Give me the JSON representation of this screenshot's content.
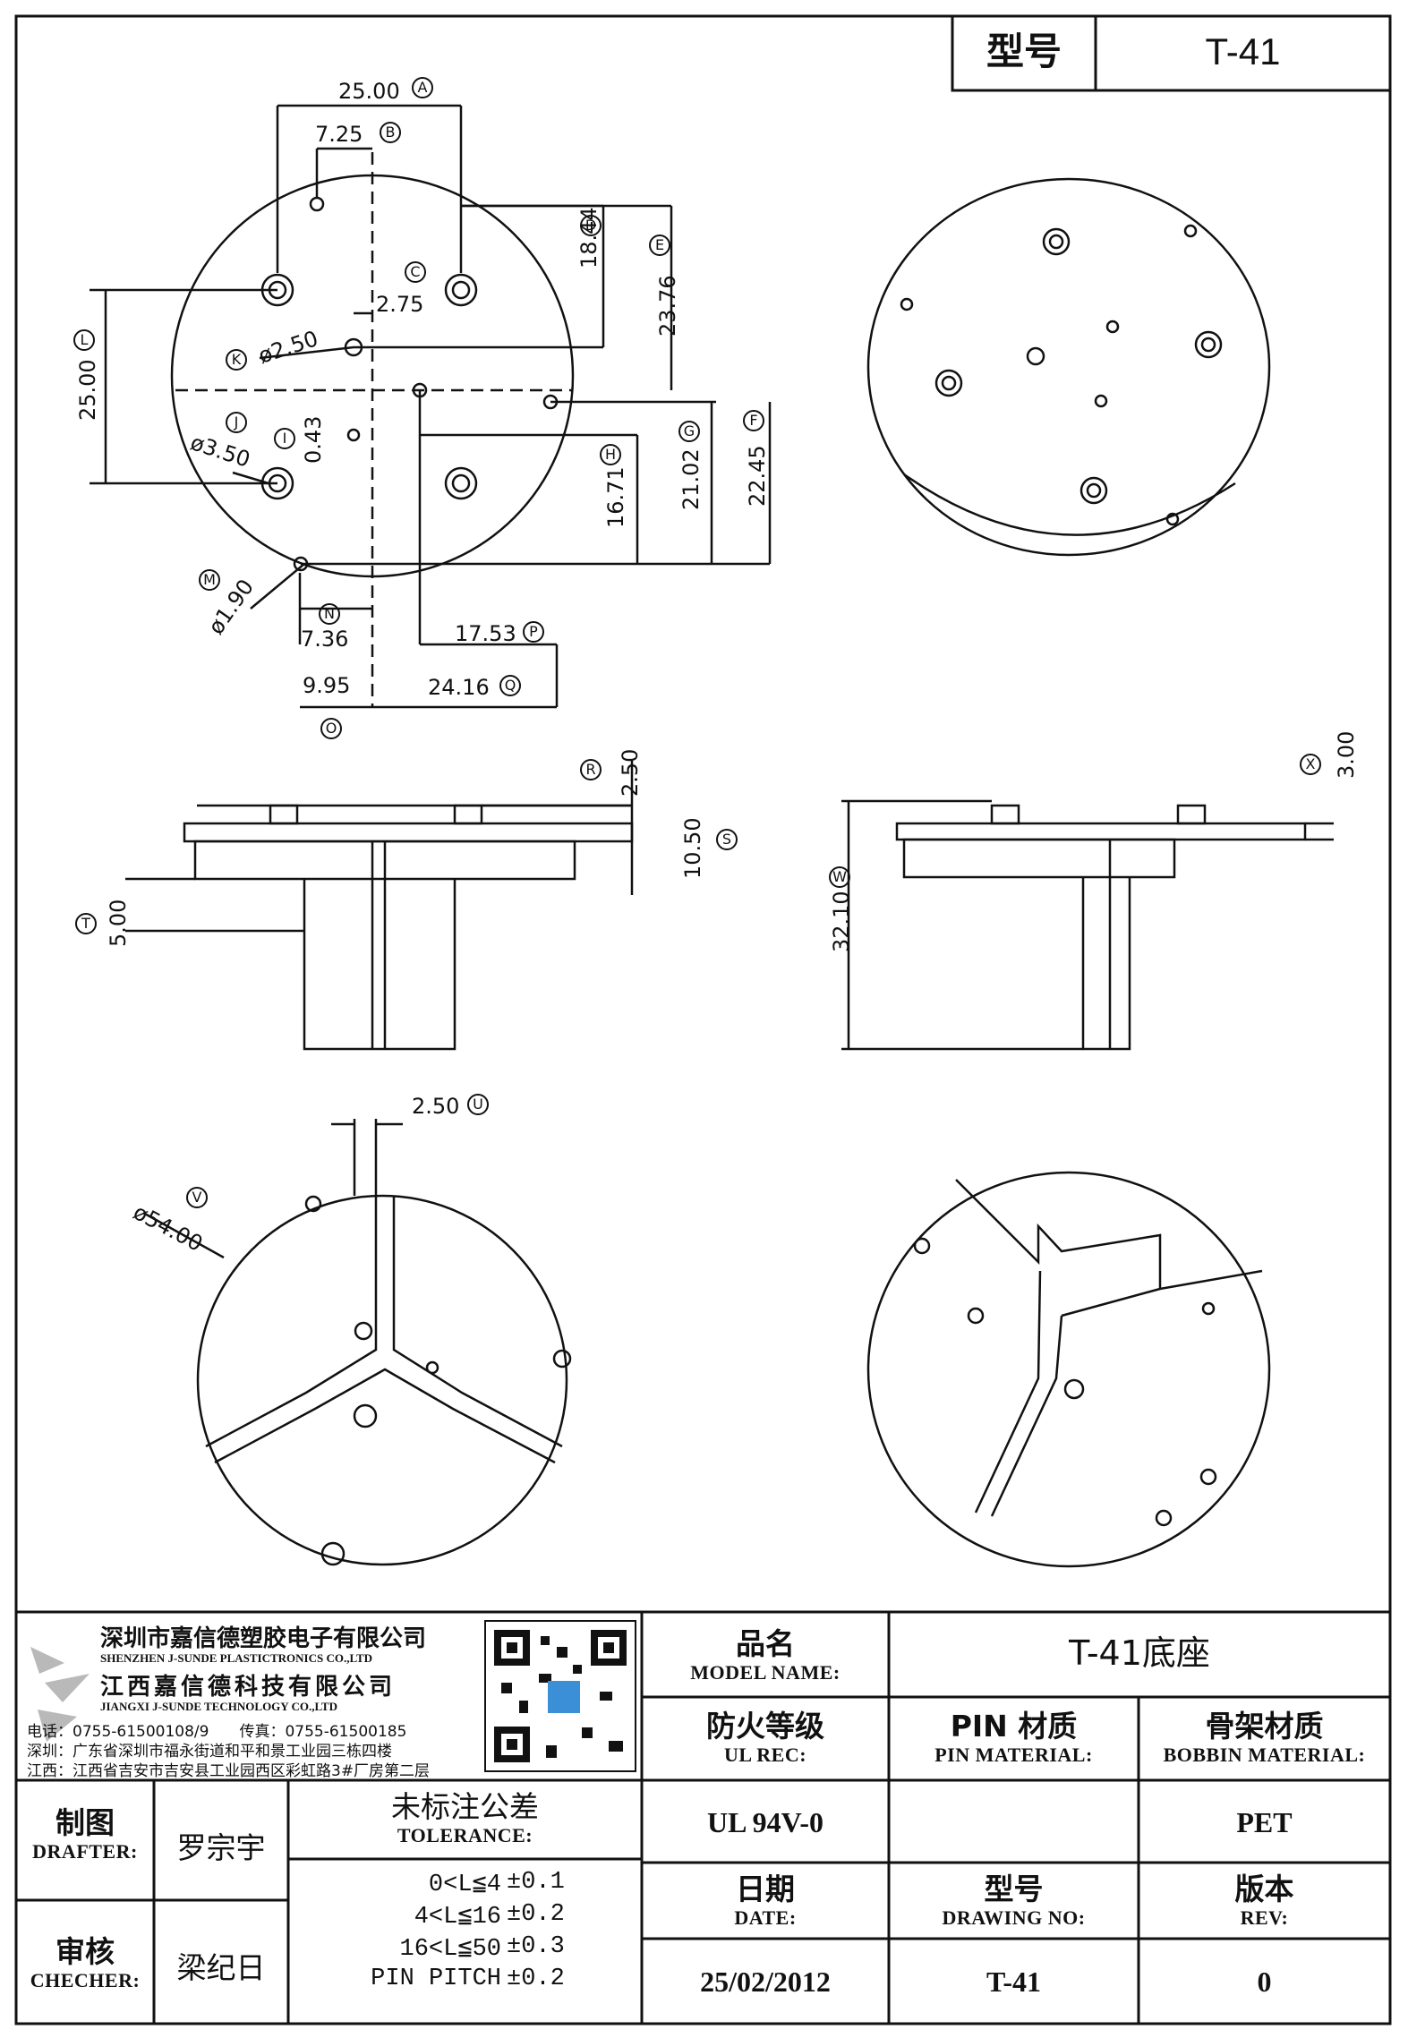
{
  "header": {
    "model_label": "型号",
    "model_value": "T-41"
  },
  "dimensions": {
    "a": "25.00",
    "b": "7.25",
    "c": "2.75",
    "d": "18.44",
    "e": "23.76",
    "k": "ø2.50",
    "l": "25.00",
    "j": "ø3.50",
    "i": "0.43",
    "h": "16.71",
    "g": "21.02",
    "f": "22.45",
    "m": "ø1.90",
    "n": "7.36",
    "p": "17.53",
    "o": "9.95",
    "q": "24.16",
    "r": "2.50",
    "s": "10.50",
    "t": "5.00",
    "w": "32.10",
    "x": "3.00",
    "u": "2.50",
    "v": "ø54.00"
  },
  "markers": {
    "a": "A",
    "b": "B",
    "c": "C",
    "d": "D",
    "e": "E",
    "f": "F",
    "g": "G",
    "h": "H",
    "i": "I",
    "j": "J",
    "k": "K",
    "l": "L",
    "m": "M",
    "n": "N",
    "o": "O",
    "p": "P",
    "q": "Q",
    "r": "R",
    "s": "S",
    "t": "T",
    "u": "U",
    "v": "V",
    "w": "W",
    "x": "X"
  },
  "company": {
    "name_cn_1": "深圳市嘉信德塑胶电子有限公司",
    "name_en_1": "SHENZHEN J-SUNDE PLASTICTRONICS CO.,LTD",
    "name_cn_2": "江西嘉信德科技有限公司",
    "name_en_2": "JIANGXI J-SUNDE TECHNOLOGY CO.,LTD",
    "phone_line": "电话：0755-61500108/9　　传真：0755-61500185",
    "addr_sz": "深圳：广东省深圳市福永街道和平和景工业园三栋四楼",
    "addr_jx": "江西：江西省吉安市吉安县工业园西区彩虹路3#厂房第二层"
  },
  "title_block": {
    "model_name_cn": "品名",
    "model_name_en": "MODEL NAME:",
    "model_name_value": "T-41底座",
    "ul_cn": "防火等级",
    "ul_en": "UL REC:",
    "ul_value": "UL 94V-0",
    "pin_cn": "PIN 材质",
    "pin_en": "PIN MATERIAL:",
    "pin_value": "",
    "bobbin_cn": "骨架材质",
    "bobbin_en": "BOBBIN MATERIAL:",
    "bobbin_value": "PET",
    "drafter_cn": "制图",
    "drafter_en": "DRAFTER:",
    "drafter_value": "罗宗宇",
    "checker_cn": "审核",
    "checker_en": "CHECHER:",
    "checker_value": "梁纪日",
    "tolerance_cn": "未标注公差",
    "tolerance_en": "TOLERANCE:",
    "tolerances": [
      {
        "range": "0<L≦4",
        "value": "±0.1"
      },
      {
        "range": "4<L≦16",
        "value": "±0.2"
      },
      {
        "range": "16<L≦50",
        "value": "±0.3"
      },
      {
        "range": "PIN PITCH",
        "value": "±0.2"
      }
    ],
    "date_cn": "日期",
    "date_en": "DATE:",
    "date_value": "25/02/2012",
    "drawing_cn": "型号",
    "drawing_en": "DRAWING NO:",
    "drawing_value": "T-41",
    "rev_cn": "版本",
    "rev_en": "REV:",
    "rev_value": "0"
  }
}
